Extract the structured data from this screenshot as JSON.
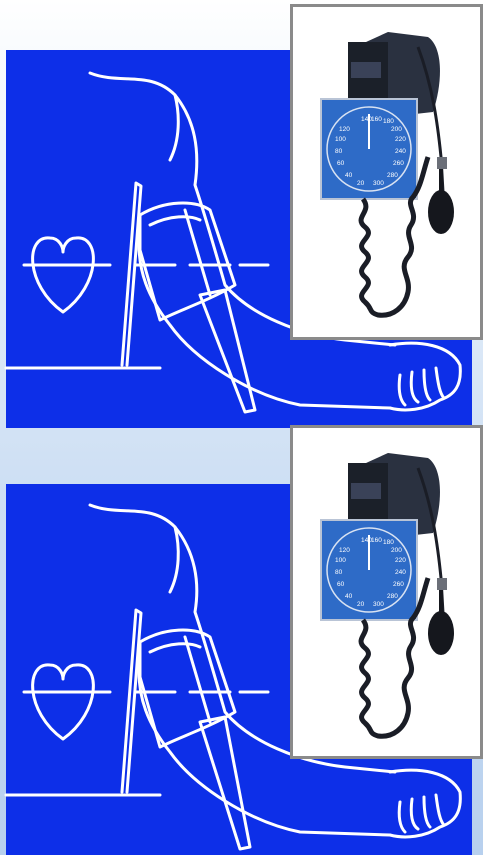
{
  "slides": [
    {
      "id": "top",
      "illustration": {
        "background_color": "#0d2fe8",
        "line_color": "#ffffff",
        "icons": [
          "heart-icon",
          "arm-icon",
          "cuff-icon",
          "hand-icon"
        ]
      },
      "device_photo": {
        "icons": [
          "sphygmomanometer-icon",
          "gauge-icon",
          "bulb-pump-icon"
        ],
        "gauge_color": "#2e6bc7",
        "cuff_color": "#1e2433",
        "gauge_scale": [
          "140",
          "160",
          "180",
          "120",
          "200",
          "100",
          "220",
          "80",
          "240",
          "60",
          "260",
          "40",
          "280",
          "20",
          "300"
        ]
      }
    },
    {
      "id": "bottom",
      "illustration": {
        "background_color": "#0d2fe8",
        "line_color": "#ffffff",
        "icons": [
          "heart-icon",
          "arm-icon",
          "cuff-icon",
          "hand-icon"
        ]
      },
      "device_photo": {
        "icons": [
          "sphygmomanometer-icon",
          "gauge-icon",
          "bulb-pump-icon"
        ],
        "gauge_color": "#2e6bc7",
        "cuff_color": "#1e2433",
        "gauge_scale": [
          "140",
          "160",
          "180",
          "120",
          "200",
          "100",
          "220",
          "80",
          "240",
          "60",
          "260",
          "40",
          "280",
          "20",
          "300"
        ]
      }
    }
  ]
}
